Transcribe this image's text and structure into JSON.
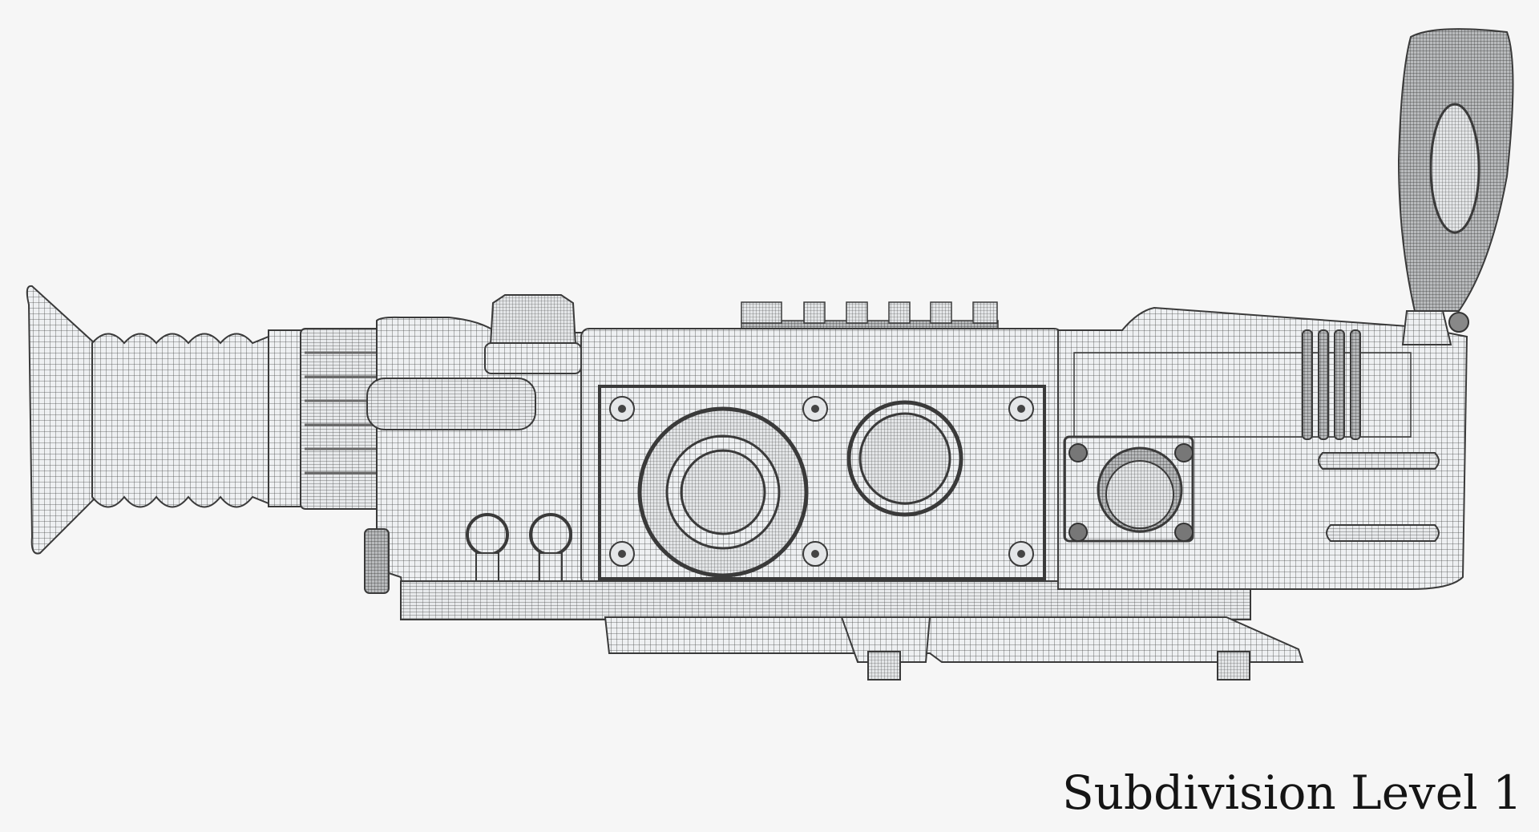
{
  "image": {
    "subject": "3D wireframe render of a thermal/night-vision rifle scope, side view",
    "render_style": "wireframe mesh over light grey shading",
    "background_color": "#f6f6f6",
    "mesh_line_color": "#3a3a3a",
    "surface_color": "#eef0f2"
  },
  "caption": {
    "text": "Subdivision Level 1",
    "color": "#151515"
  },
  "parts": [
    {
      "name": "eyecup",
      "description": "flared rubber eyecup with 5 bellows ribs"
    },
    {
      "name": "eyepiece-ring",
      "description": "ribbed diopter ring"
    },
    {
      "name": "top-knob",
      "description": "control knob on top of body"
    },
    {
      "name": "picatinny-rail",
      "description": "top rail with 6 slots"
    },
    {
      "name": "front-panel",
      "description": "panel with two circular buttons and 6 screws"
    },
    {
      "name": "side-port",
      "description": "square port plate with 4 screws and round cap"
    },
    {
      "name": "objective",
      "description": "front lens barrel with grip rings"
    },
    {
      "name": "lens-cap",
      "description": "flip-up lens cover, open"
    },
    {
      "name": "mount-base",
      "description": "bottom mounting base with 2 clamp lugs"
    }
  ]
}
